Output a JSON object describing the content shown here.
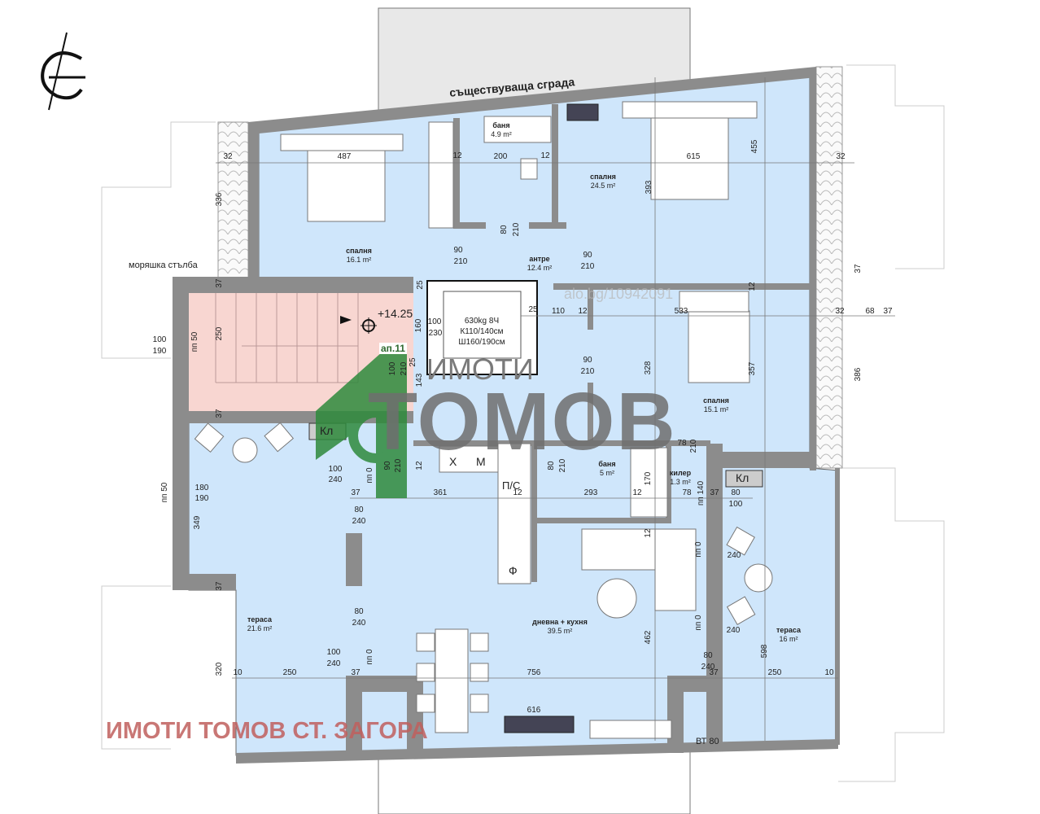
{
  "header": {
    "existing_building": "съществуваща сграда",
    "stair_label": "моряшка стълба",
    "level": "+14.25",
    "apartment": "ап.11"
  },
  "elevator": {
    "line1": "630kg 8Ч",
    "line2": "К110/140см",
    "line3": "Ш160/190см"
  },
  "rooms": [
    {
      "name": "спалня",
      "area": "16.1 m²"
    },
    {
      "name": "баня",
      "area": "4.9 m²"
    },
    {
      "name": "спалня",
      "area": "24.5 m²"
    },
    {
      "name": "антре",
      "area": "12.4 m²"
    },
    {
      "name": "спалня",
      "area": "15.1 m²"
    },
    {
      "name": "баня",
      "area": "5 m²"
    },
    {
      "name": "килер",
      "area": "1.3 m²"
    },
    {
      "name": "дневна + кухня",
      "area": "39.5 m²"
    },
    {
      "name": "тераса",
      "area": "21.6 m²"
    },
    {
      "name": "тераса",
      "area": "16 m²"
    }
  ],
  "symbols": {
    "kl1": "Кл",
    "kl2": "Кл",
    "fridge": "Х",
    "micro": "М",
    "dishwasher": "П/С",
    "oven": "Ф",
    "bt": "ВТ 80"
  },
  "watermarks": {
    "logo_top": "ИМОТИ",
    "logo_main": "ТОМОВ",
    "footer": "ИМОТИ ТОМОВ СТ. ЗАГОРА",
    "site": "alo.bg/10942091"
  },
  "colors": {
    "room": "#cfe6fb",
    "stair": "#f8d6d1",
    "wall": "#8c8c8c",
    "existing": "#e8e8e8",
    "logo_green": "#2f8a3c",
    "logo_grey": "#6f6f6f",
    "footer_red": "#c0605e"
  },
  "dims": [
    "32",
    "487",
    "12",
    "200",
    "12",
    "615",
    "455",
    "32",
    "336",
    "393",
    "80",
    "210",
    "90",
    "210",
    "90",
    "210",
    "37",
    "250",
    "100",
    "190",
    "пп 50",
    "25",
    "160",
    "100",
    "230",
    "25",
    "110",
    "12",
    "533",
    "12",
    "37",
    "32",
    "68",
    "37",
    "386",
    "357",
    "328",
    "90",
    "210",
    "100",
    "210",
    "25",
    "143",
    "37",
    "90",
    "210",
    "12",
    "80",
    "210",
    "78",
    "210",
    "100",
    "240",
    "пп 0",
    "180",
    "190",
    "пп 50",
    "37",
    "361",
    "12",
    "293",
    "12",
    "78",
    "пп 140",
    "37",
    "80",
    "100",
    "170",
    "349",
    "80",
    "240",
    "12",
    "пп 0",
    "240",
    "37",
    "462",
    "80",
    "240",
    "пп 0",
    "240",
    "598",
    "100",
    "240",
    "пп 0",
    "80",
    "240",
    "320",
    "10",
    "250",
    "37",
    "756",
    "37",
    "250",
    "10",
    "616"
  ]
}
